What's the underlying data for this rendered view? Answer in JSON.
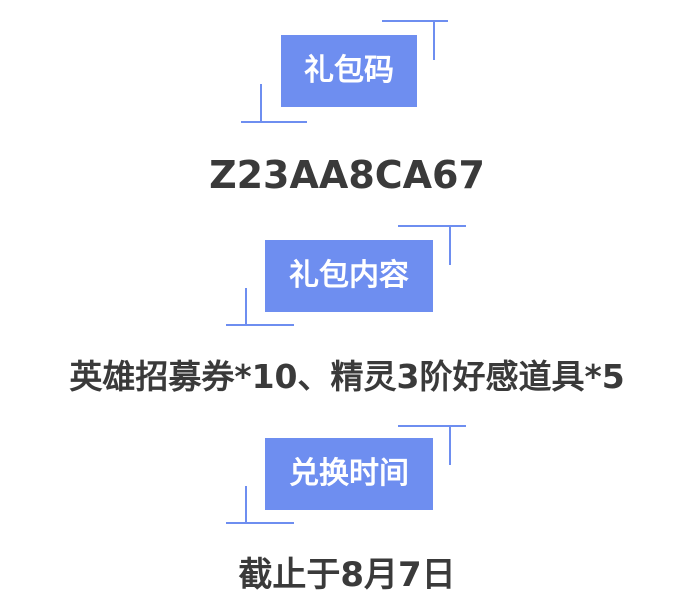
{
  "sections": [
    {
      "title": "礼包码",
      "value": "Z23AA8CA67"
    },
    {
      "title": "礼包内容",
      "value": "英雄招募券*10、精灵3阶好感道具*5"
    },
    {
      "title": "兑换时间",
      "value": "截止于8月7日"
    }
  ],
  "colors": {
    "accent": "#6e8ef0",
    "text": "#3a3a3a",
    "background": "#ffffff"
  }
}
